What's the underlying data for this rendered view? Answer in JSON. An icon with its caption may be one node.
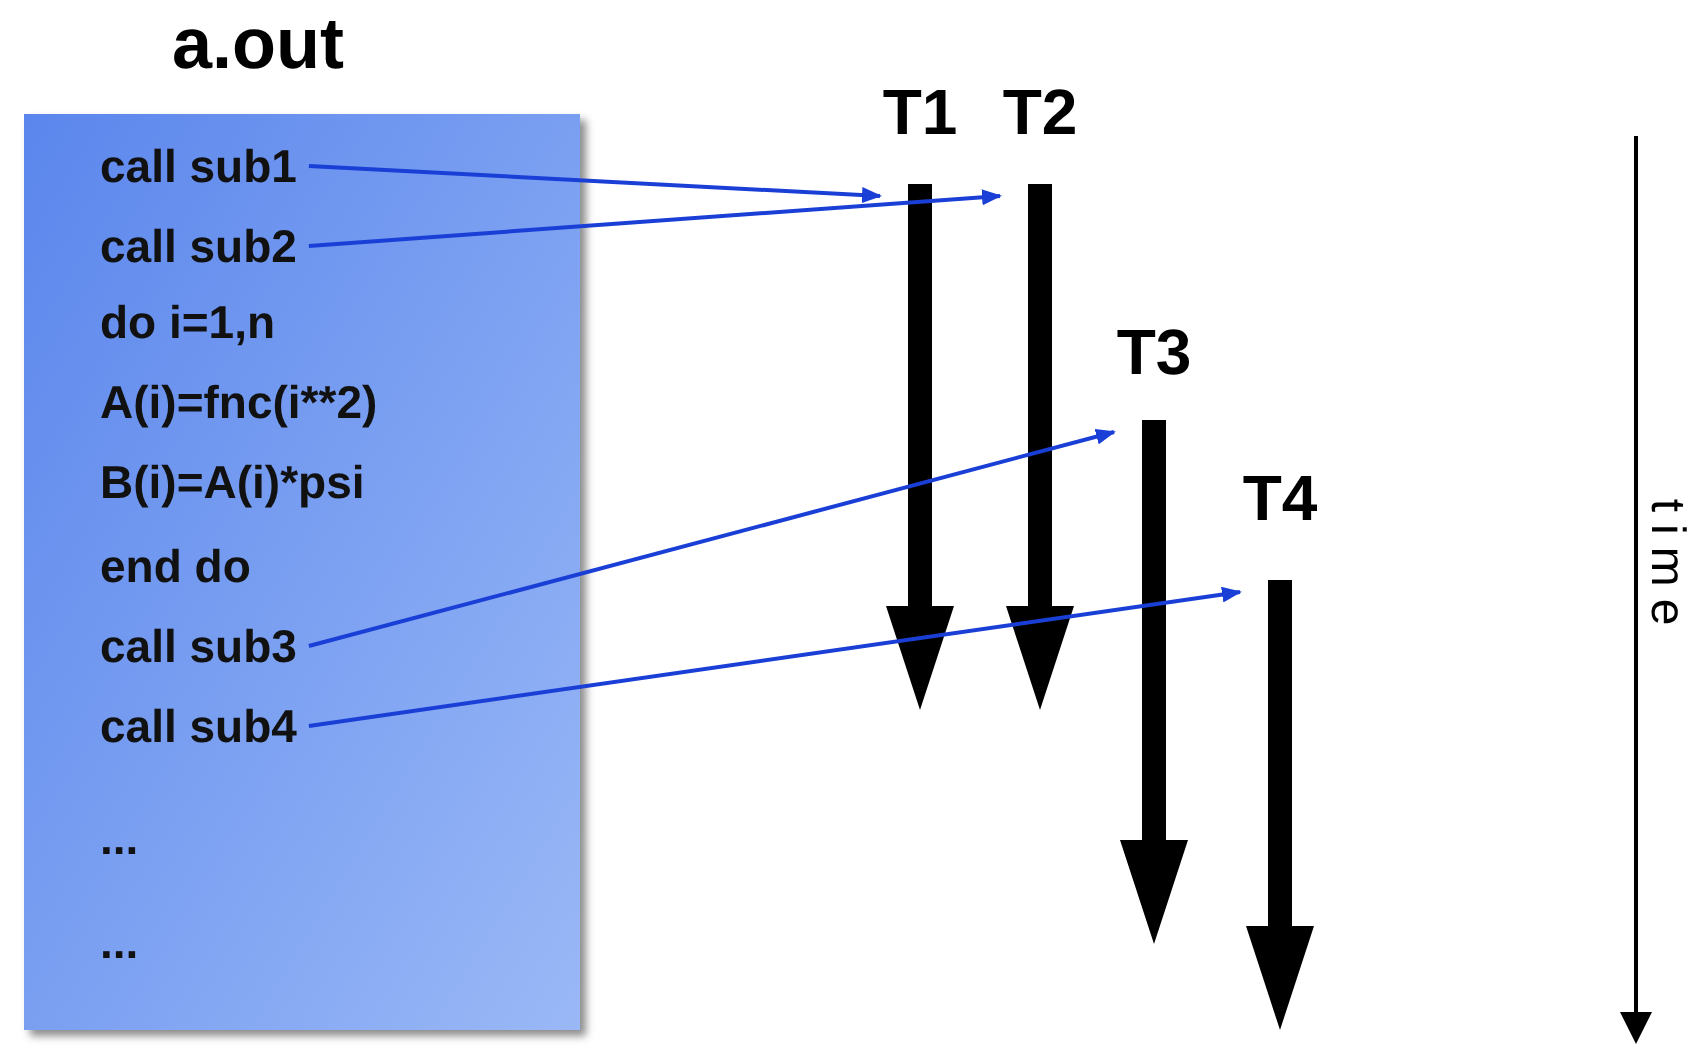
{
  "diagram": {
    "nodes": [
      {
        "text": [
          "a.out"
        ]
      },
      {
        "text": [
          "call sub1"
        ],
        "in": 0
      },
      {
        "text": [
          "call sub2"
        ],
        "in": 0
      },
      {
        "text": [
          "do i=1,n"
        ],
        "in": 0
      },
      {
        "text": [
          "A(i)=fnc(i**2)"
        ],
        "in": 0
      },
      {
        "text": [
          "B(i)=A(i)*psi"
        ],
        "in": 0
      },
      {
        "text": [
          "end do"
        ],
        "in": 0
      },
      {
        "text": [
          "call sub3"
        ],
        "in": 0
      },
      {
        "text": [
          "call sub4"
        ],
        "in": 0
      },
      {
        "text": [
          "..."
        ],
        "in": 0
      },
      {
        "text": [
          "..."
        ],
        "in": 0
      },
      {
        "text": [
          "T1"
        ]
      },
      {
        "text": [
          "T2"
        ]
      },
      {
        "text": [
          "T3"
        ]
      },
      {
        "text": [
          "T4"
        ]
      }
    ],
    "edges": [
      {
        "from": 1,
        "to": 11,
        "arrow": "to"
      },
      {
        "from": 2,
        "to": 12,
        "arrow": "to"
      },
      {
        "from": 7,
        "to": 13,
        "arrow": "to"
      },
      {
        "from": 8,
        "to": 14,
        "arrow": "to"
      }
    ],
    "labels": [
      "time"
    ]
  }
}
